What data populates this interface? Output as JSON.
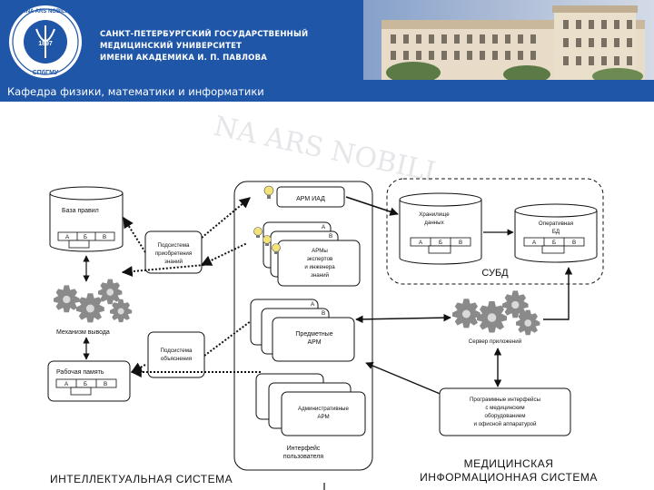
{
  "header": {
    "university_lines": [
      "САНКТ-ПЕТЕРБУРГСКИЙ ГОСУДАРСТВЕННЫЙ",
      "МЕДИЦИНСКИЙ УНИВЕРСИТЕТ",
      "ИМЕНИ АКАДЕМИКА И. П. ПАВЛОВА"
    ],
    "department": "Кафедра физики, математики и информатики",
    "logo_text": "MEDICINAARS NOBILISSIMA 1897 СПбГМУ",
    "colors": {
      "header_blue": "#1f56a8",
      "header_light": "#cfd9e8"
    }
  },
  "diagram": {
    "watermark": "NA ARS NOBILI",
    "rules_db": {
      "title": "База правил",
      "cells": [
        "А",
        "Б",
        "В"
      ]
    },
    "working_memory": {
      "title": "Рабочая память",
      "cells": [
        "А",
        "Б",
        "В"
      ]
    },
    "inference": {
      "label": "Механизм вывода"
    },
    "acquisition": {
      "label": [
        "Подсистема",
        "приобретения",
        "знаний"
      ]
    },
    "explanation": {
      "label": [
        "Подсистема",
        "объяснения"
      ]
    },
    "arm_iad": {
      "label": "АРМ ИАД"
    },
    "arm_experts": {
      "tab_a": "А",
      "tab_b": "В",
      "label": [
        "АРМы",
        "экспертов",
        "и инженера",
        "знаний"
      ]
    },
    "arm_subject": {
      "tab_a": "А",
      "tab_b": "В",
      "label": [
        "Предметные",
        "АРМ"
      ]
    },
    "arm_admin": {
      "label": [
        "Административные",
        "АРМ"
      ]
    },
    "user_interface": {
      "label": [
        "Интерфейс",
        "пользователя"
      ]
    },
    "warehouse": {
      "label": [
        "Хранилище",
        "данных"
      ],
      "cells": [
        "А",
        "Б",
        "В"
      ]
    },
    "operational_db": {
      "label": [
        "Оперативная",
        "БД"
      ],
      "cells": [
        "А",
        "Б",
        "В"
      ]
    },
    "dbms": {
      "label": "СУБД"
    },
    "app_server": {
      "label": "Сервер приложений"
    },
    "program_interfaces": {
      "label": [
        "Программные интерфейсы",
        "с медицинским",
        "оборудованием",
        "и офисной аппаратурой"
      ]
    },
    "intel_system_title": "ИНТЕЛЛЕКТУАЛЬНАЯ СИСТЕМА",
    "med_system_title": [
      "МЕДИЦИНСКАЯ",
      "ИНФОРМАЦИОННАЯ СИСТЕМА"
    ]
  }
}
